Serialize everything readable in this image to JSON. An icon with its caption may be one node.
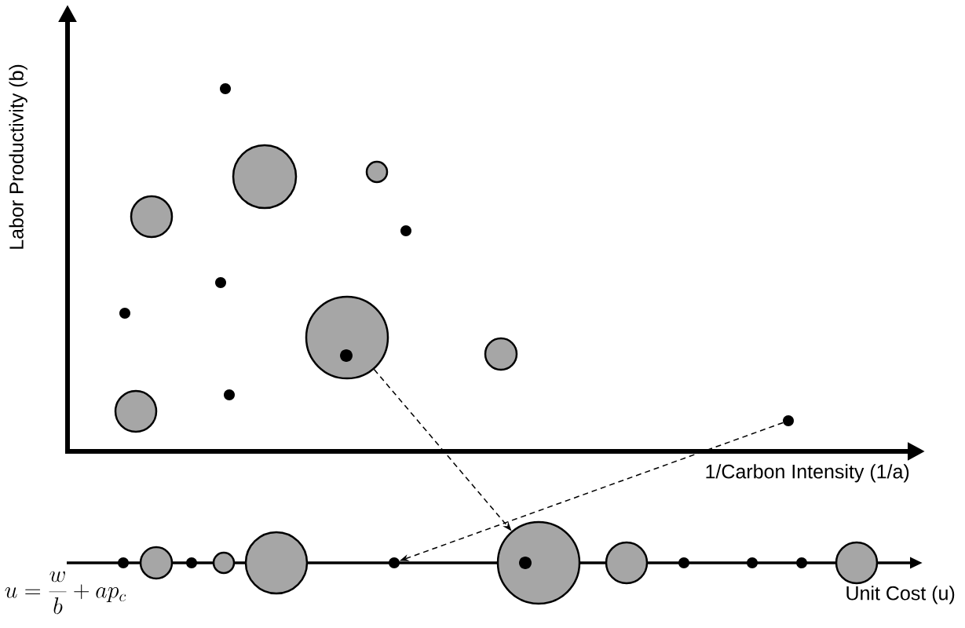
{
  "diagram": {
    "nodes": [
      {
        "text": [],
        "shape": "dot"
      },
      {
        "text": [],
        "shape": "circle"
      },
      {
        "text": [],
        "shape": "circle"
      },
      {
        "text": [],
        "shape": "dot"
      },
      {
        "text": [],
        "shape": "dot"
      },
      {
        "text": [],
        "shape": "dot"
      },
      {
        "text": [],
        "shape": "circle"
      },
      {
        "text": [],
        "shape": "circle"
      },
      {
        "text": [],
        "shape": "dot",
        "in": 7
      },
      {
        "text": [],
        "shape": "circle"
      },
      {
        "text": [],
        "shape": "dot"
      },
      {
        "text": [],
        "shape": "circle"
      },
      {
        "text": [],
        "shape": "dot"
      },
      {
        "text": [],
        "shape": "dot"
      },
      {
        "text": [],
        "shape": "circle"
      },
      {
        "text": [],
        "shape": "dot"
      },
      {
        "text": [],
        "shape": "circle"
      },
      {
        "text": [],
        "shape": "circle"
      },
      {
        "text": [],
        "shape": "dot"
      },
      {
        "text": [],
        "shape": "circle"
      },
      {
        "text": [],
        "shape": "dot",
        "in": 19
      },
      {
        "text": [],
        "shape": "circle"
      },
      {
        "text": [],
        "shape": "dot"
      },
      {
        "text": [],
        "shape": "dot"
      },
      {
        "text": [],
        "shape": "dot"
      },
      {
        "text": [],
        "shape": "circle"
      }
    ],
    "edges": [
      {
        "from": 7,
        "to": 19,
        "arrow": "to",
        "style": "dashed"
      },
      {
        "from": 12,
        "to": 18,
        "arrow": "to",
        "style": "dashed"
      }
    ],
    "labels": [
      "Labor Productivity (b)",
      "1/Carbon Intensity (1/a)",
      "Unit Cost (u)",
      "u = \\frac{w}{b} + ap_c"
    ]
  }
}
